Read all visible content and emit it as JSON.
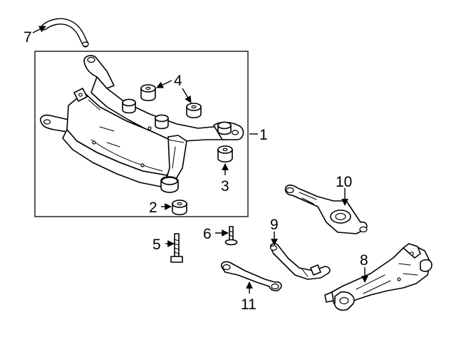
{
  "diagram": {
    "colors": {
      "line": "#000000",
      "background": "#ffffff"
    },
    "callouts": [
      {
        "id": "c1",
        "label": "1"
      },
      {
        "id": "c2",
        "label": "2"
      },
      {
        "id": "c3",
        "label": "3"
      },
      {
        "id": "c4",
        "label": "4"
      },
      {
        "id": "c5",
        "label": "5"
      },
      {
        "id": "c6",
        "label": "6"
      },
      {
        "id": "c7",
        "label": "7"
      },
      {
        "id": "c8",
        "label": "8"
      },
      {
        "id": "c9",
        "label": "9"
      },
      {
        "id": "c10",
        "label": "10"
      },
      {
        "id": "c11",
        "label": "11"
      }
    ]
  }
}
